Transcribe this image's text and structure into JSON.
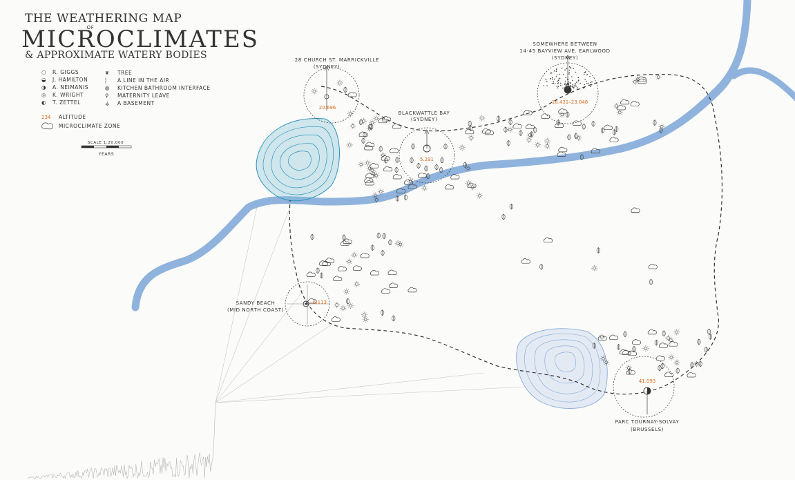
{
  "title": {
    "line1": "THE WEATHERING MAP",
    "line2": "OF",
    "line3": "MICROCLIMATES",
    "line4": "& APPROXIMATE WATERY BODIES"
  },
  "legend": {
    "people": [
      {
        "symbol": "○",
        "label": "R. GIGGS"
      },
      {
        "symbol": "◒",
        "label": "J. HAMILTON"
      },
      {
        "symbol": "◑",
        "label": "A. NEIMANIS"
      },
      {
        "symbol": "◎",
        "label": "K. WRIGHT"
      },
      {
        "symbol": "◐",
        "label": "T. ZETTEL"
      }
    ],
    "features": [
      {
        "symbol": "❦",
        "label": "TREE"
      },
      {
        "symbol": "⸽",
        "label": "A LINE IN THE AIR"
      },
      {
        "symbol": "◍",
        "label": "KITCHEN BATHROOM INTERFACE"
      },
      {
        "symbol": "⚲",
        "label": "MATERNITY LEAVE"
      },
      {
        "symbol": "⚶",
        "label": "A BASEMENT"
      }
    ],
    "altitude_value": "234",
    "altitude_label": "ALTITUDE",
    "zone_label": "MICROCLIMATE ZONE",
    "scale_label": "SCALE 1:20,000",
    "scale_unit": "YEARS"
  },
  "places": [
    {
      "id": "marrickville",
      "name": "28 CHURCH ST. MARRICKVILLE",
      "region": "(SYDNEY)",
      "altitude": "20.696"
    },
    {
      "id": "blackwattle",
      "name": "BLACKWATTLE BAY",
      "region": "(SYDNEY)",
      "altitude": "5.291"
    },
    {
      "id": "earlwood",
      "name_line1": "SOMEWHERE BETWEEN",
      "name_line2": "14-45 BAYVIEW AVE. EARLWOOD",
      "region": "(SYDNEY)",
      "altitude": "16.431–23.048"
    },
    {
      "id": "sandy",
      "name": "SANDY BEACH",
      "region": "(MID NORTH COAST)",
      "altitude": "6.113"
    },
    {
      "id": "tournay",
      "name": "PARC TOURNAY-SOLVAY",
      "region": "(BRUSSELS)",
      "altitude": "41.093"
    }
  ],
  "colors": {
    "river": "#8fb3dc",
    "lake_teal": "#2e93b8",
    "lake_blue": "#8fb0dc",
    "altitude": "#d86a1c",
    "ink": "#333333"
  }
}
